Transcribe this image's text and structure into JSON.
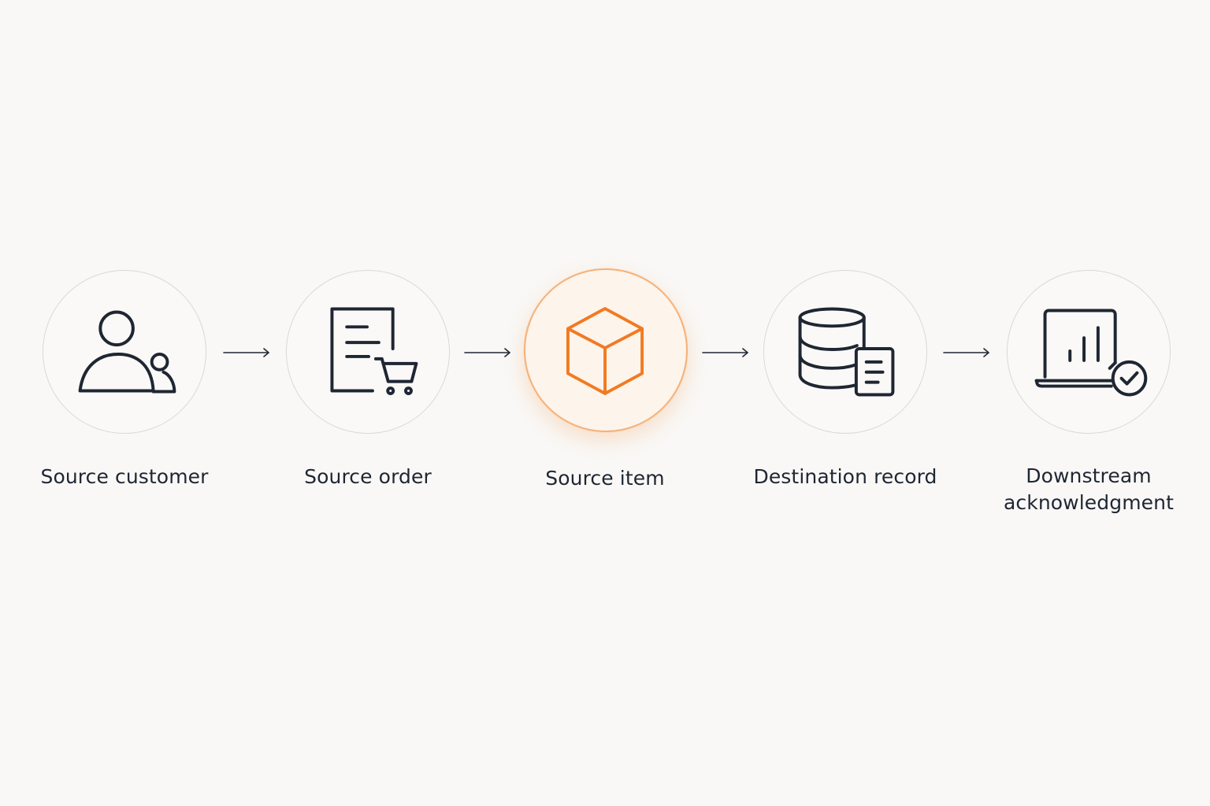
{
  "diagram": {
    "nodes": [
      {
        "label": "Source customer",
        "icon": "person-icon"
      },
      {
        "label": "Source order",
        "icon": "order-cart-icon"
      },
      {
        "label": "Source item",
        "icon": "cube-icon",
        "highlighted": true
      },
      {
        "label": "Destination record",
        "icon": "database-document-icon"
      },
      {
        "label": "Downstream acknowledgment",
        "icon": "laptop-chart-check-icon"
      }
    ],
    "colors": {
      "background": "#f9f8f6",
      "stroke": "#1f2633",
      "accent": "#f27a21",
      "circle_border": "#d9d9d9"
    }
  }
}
